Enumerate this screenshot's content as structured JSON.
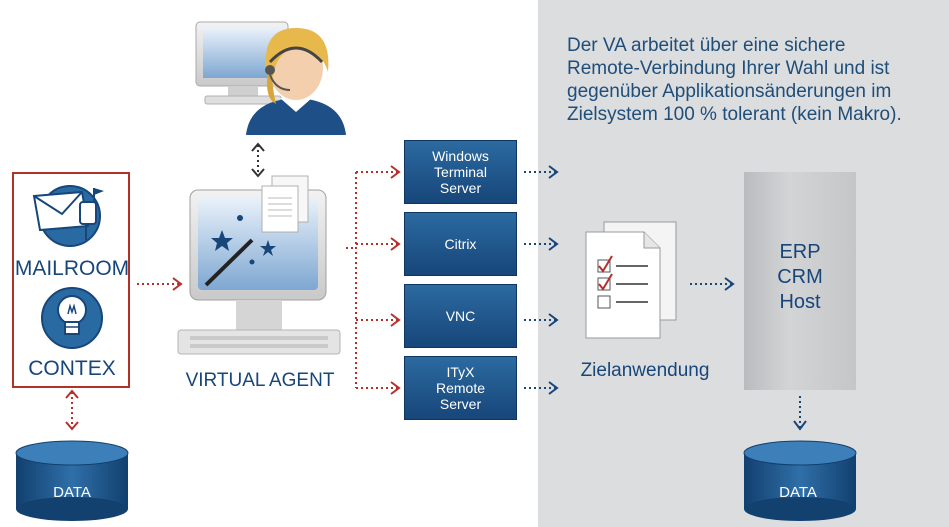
{
  "description": {
    "lines": [
      "Der VA arbeitet über eine sichere",
      "Remote-Verbindung Ihrer Wahl und ist",
      "gegenüber Applikationsänderungen im",
      "Zielsystem 100 % tolerant (kein Makro)."
    ]
  },
  "labels": {
    "mailroom": "MAILROOM",
    "contex": "CONTEX",
    "virtual_agent": "VIRTUAL AGENT",
    "zielanwendung": "Zielanwendung",
    "data_left": "DATA",
    "data_right": "DATA"
  },
  "servers": [
    {
      "lines": [
        "Windows",
        "Terminal",
        "Server"
      ]
    },
    {
      "lines": [
        "Citrix"
      ]
    },
    {
      "lines": [
        "VNC"
      ]
    },
    {
      "lines": [
        "ITyX",
        "Remote",
        "Server"
      ]
    }
  ],
  "target_system": {
    "lines": [
      "ERP",
      "CRM",
      "Host"
    ]
  },
  "colors": {
    "brand_blue": "#17467a",
    "accent_red": "#b5302a",
    "panel_gray": "#dcdddf"
  }
}
